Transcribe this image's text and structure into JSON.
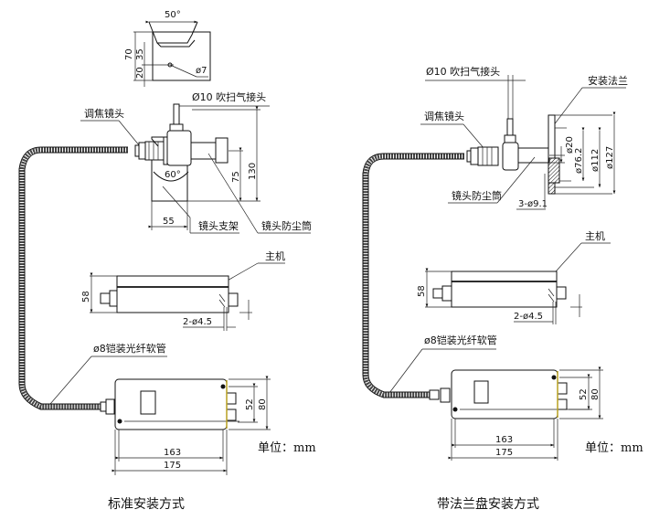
{
  "unit_label": "单位：mm",
  "left": {
    "caption": "标准安装方式",
    "bracket_detail": {
      "angle": "50°",
      "height_70": "70",
      "height_35": "35",
      "height_20": "20",
      "hole": "ø7"
    },
    "labels": {
      "purge": "Ø10 吹扫气接头",
      "focus_lens": "调焦镜头",
      "bracket": "镜头支架",
      "dust_tube": "镜头防尘筒",
      "host": "主机",
      "cable": "ø8铠装光纤软管"
    },
    "dims": {
      "angle": "60°",
      "d75": "75",
      "d130": "130",
      "d55": "55",
      "host_h": "58",
      "holes": "2-ø4.5",
      "box_w1": "163",
      "box_w2": "175",
      "box_h1": "52",
      "box_h2": "80"
    }
  },
  "right": {
    "caption": "带法兰盘安装方式",
    "labels": {
      "purge": "Ø10 吹扫气接头",
      "focus_lens": "调焦镜头",
      "flange": "安装法兰",
      "dust_tube": "镜头防尘筒",
      "host": "主机",
      "cable": "ø8铠装光纤软管"
    },
    "dims": {
      "d20": "ø20",
      "d76": "ø76.2",
      "d112": "ø112",
      "d127": "ø127",
      "flange_holes": "3-ø9.1",
      "host_h": "58",
      "holes": "2-ø4.5",
      "box_w1": "163",
      "box_w2": "175",
      "box_h1": "52",
      "box_h2": "80"
    }
  }
}
